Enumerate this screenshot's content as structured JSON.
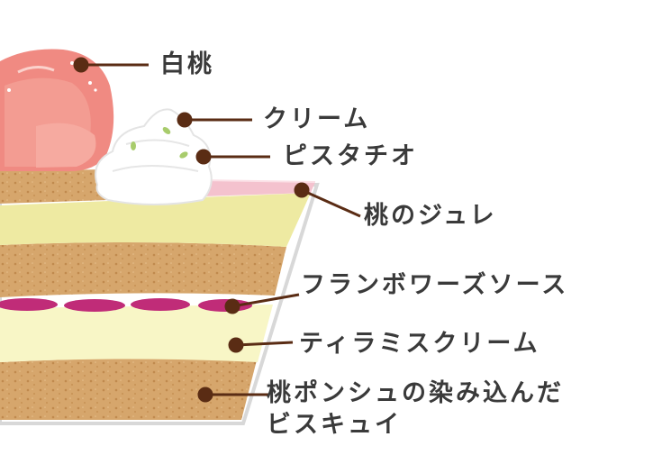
{
  "labels": {
    "white_peach": "白桃",
    "cream": "クリーム",
    "pistachio": "ピスタチオ",
    "peach_jelly": "桃のジュレ",
    "framboise_sauce": "フランボワーズソース",
    "tiramisu_cream": "ティラミスクリーム",
    "biscuit_line1": "桃ポンシュの染み込んだ",
    "biscuit_line2": "ビスキュイ"
  },
  "colors": {
    "leader": "#5a2c14",
    "sponge": "#d4a468",
    "custard": "#efeba4",
    "tiramisu": "#f8f6c8",
    "framboise": "#c02c78",
    "jelly": "#f4c4d0",
    "peach": "#f08880",
    "cream": "#ffffff"
  }
}
